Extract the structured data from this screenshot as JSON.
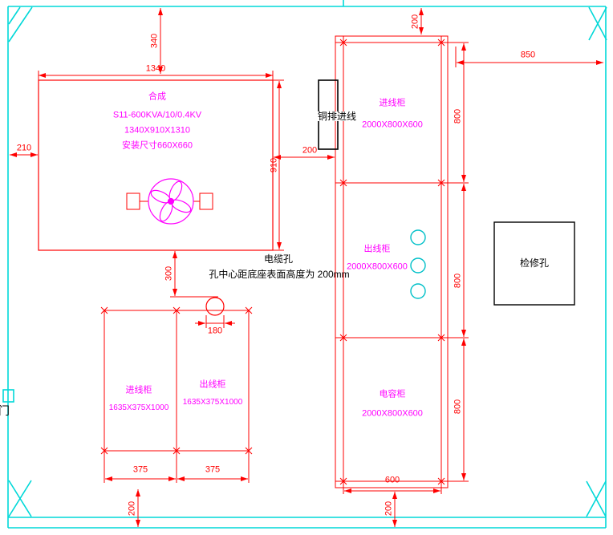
{
  "colors": {
    "wall": "#00d8d8",
    "dimension": "#ff0000",
    "label": "#ff00ff",
    "ink": "#000000"
  },
  "transformer": {
    "name": "合成",
    "model": "S11-600KVA/10/0.4KV",
    "dimensions": "1340X910X1310",
    "install": "安装尺寸660X660"
  },
  "notes": {
    "cable_hole": "电缆孔",
    "cable_hole_detail": "孔中心距底座表面高度为 200mm",
    "busbar_inlet": "铜排进线",
    "inspection_hole": "检修孔",
    "door": "门"
  },
  "left_cabinets": [
    {
      "name": "进线柜",
      "size": "1635X375X1000",
      "width_dim": "375"
    },
    {
      "name": "出线柜",
      "size": "1635X375X1000",
      "width_dim": "375"
    }
  ],
  "right_cabinets": [
    {
      "name": "进线柜",
      "size": "2000X800X600",
      "height_dim": "800"
    },
    {
      "name": "出线柜",
      "size": "2000X800X600",
      "height_dim": "800"
    },
    {
      "name": "电容柜",
      "size": "2000X800X600",
      "height_dim": "800"
    }
  ],
  "dimensions": {
    "top_to_transformer": "340",
    "transformer_width": "1340",
    "transformer_height": "910",
    "wall_to_transformer": "210",
    "transformer_to_hole": "300",
    "hole_offset": "180",
    "transformer_to_cabinet": "200",
    "wall_to_cabinet_top": "200",
    "cabinet_to_wall_right": "850",
    "cabinet_width_bottom": "600",
    "cabinet_bottom_offset": "200",
    "left_cabinet_bottom_offset": "200"
  }
}
